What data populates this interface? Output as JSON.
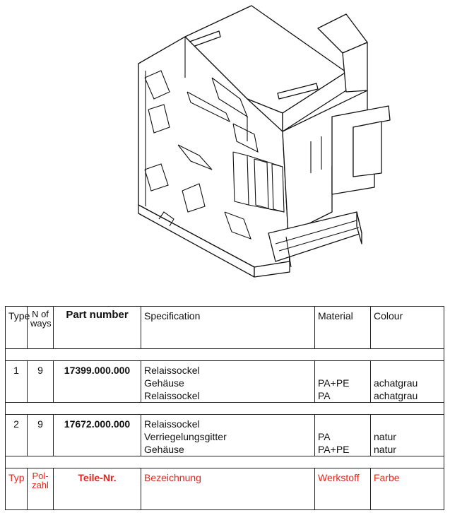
{
  "table": {
    "header": {
      "type": "Type",
      "ways": "N of ways",
      "part": "Part number",
      "spec": "Specification",
      "material": "Material",
      "colour": "Colour"
    },
    "rows": [
      {
        "type": "1",
        "ways": "9",
        "part": "17399.000.000",
        "spec": [
          "Relaissockel",
          "Gehäuse",
          "Relaissockel"
        ],
        "material": [
          "PA+PE",
          "PA"
        ],
        "colour": [
          "achatgrau",
          "achatgrau"
        ]
      },
      {
        "type": "2",
        "ways": "9",
        "part": "17672.000.000",
        "spec": [
          "Relaissockel",
          "Verriegelungsgitter",
          "Gehäuse"
        ],
        "material": [
          "PA",
          "PA+PE"
        ],
        "colour": [
          "natur",
          "natur"
        ]
      }
    ],
    "footer": {
      "type": "Typ",
      "ways": "Pol-zahl",
      "part": "Teile-Nr.",
      "spec": "Bezeichnung",
      "material": "Werkstoff",
      "colour": "Farbe"
    }
  },
  "colors": {
    "footer_text": "#e0261c",
    "lines": "#222222"
  }
}
